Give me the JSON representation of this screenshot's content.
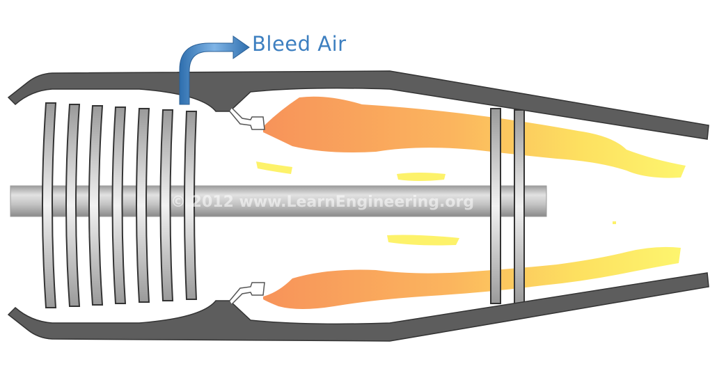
{
  "diagram": {
    "title": "Jet engine bleed air",
    "labels": {
      "bleed_air": "Bleed Air"
    },
    "watermark": "© 2012 www.LearnEngineering.org",
    "components": [
      "casing",
      "compressor-blades",
      "shaft",
      "combustor-nozzles",
      "combustion-flames",
      "turbine-discs",
      "bleed-air-arrow"
    ],
    "compressor_blade_count": 7,
    "turbine_disc_count": 2,
    "colors": {
      "casing": "#5a5a5a",
      "bleed_arrow": "#3d7fc0",
      "flame_start": "#f7935a",
      "flame_end": "#fdf26a",
      "label": "#3d7fc0"
    }
  }
}
